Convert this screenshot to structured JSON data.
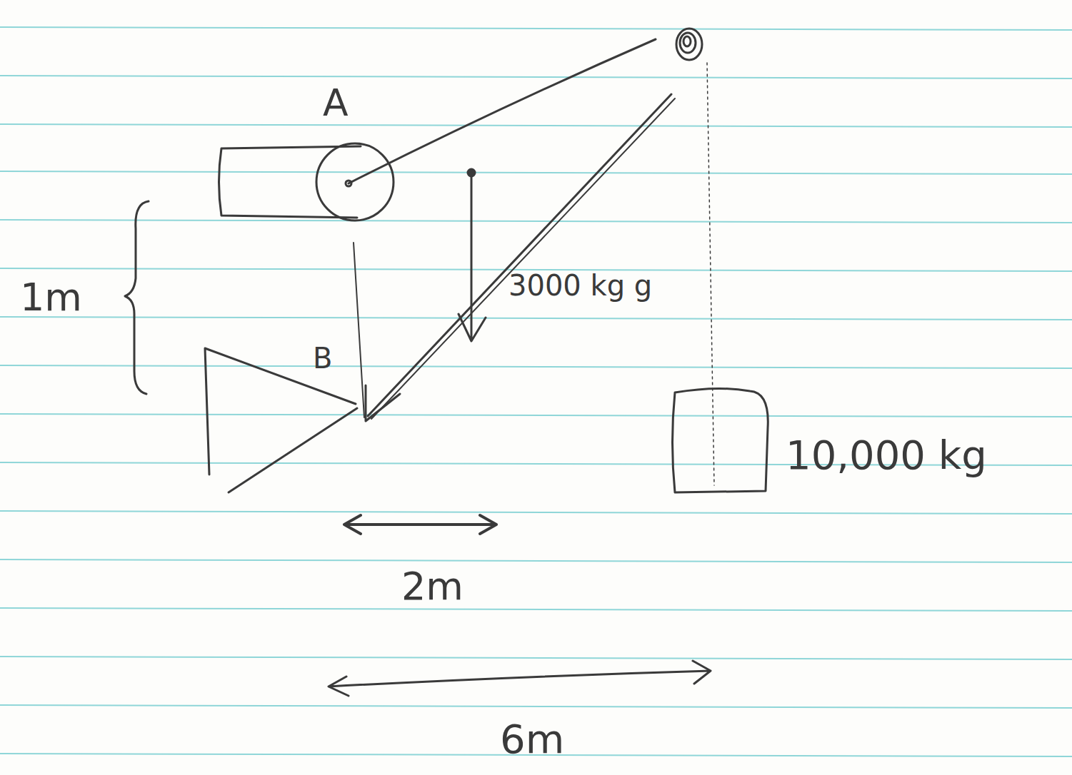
{
  "diagram": {
    "labels": [
      "A",
      "B",
      "1m",
      "3000 kg g",
      "10,000 kg",
      "2m",
      "6m"
    ]
  }
}
